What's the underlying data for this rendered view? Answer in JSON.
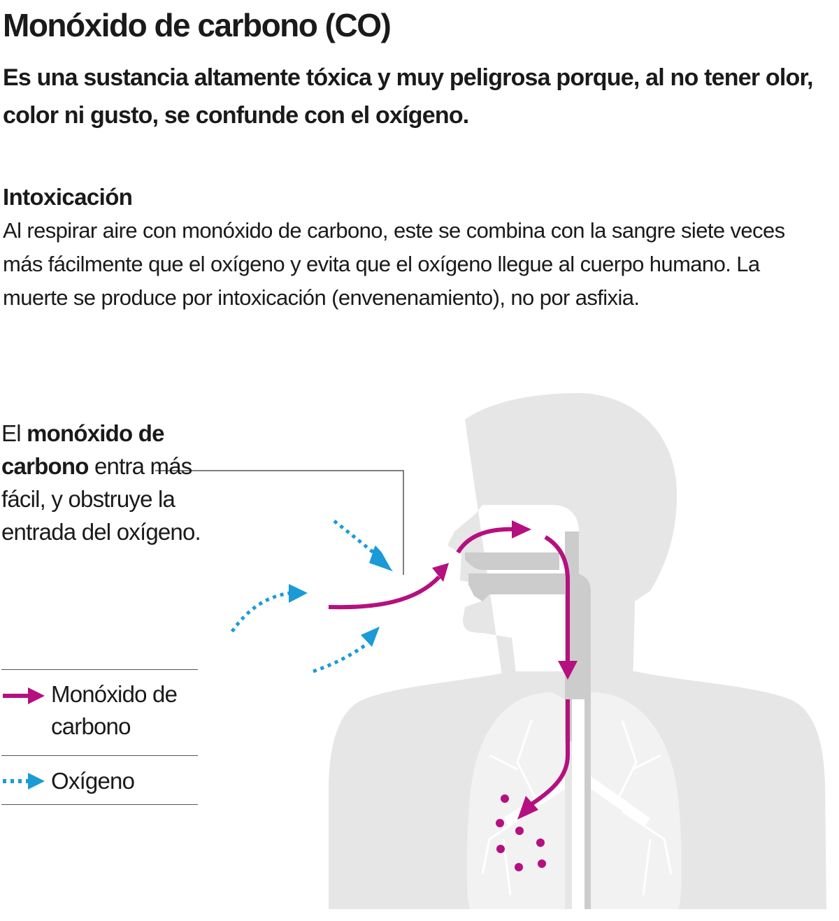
{
  "title": "Monóxido de carbono (CO)",
  "subtitle": "Es una sustancia altamente tóxica y muy peligrosa porque, al no tener olor, color ni gusto, se confunde con el oxígeno.",
  "section": {
    "heading": "Intoxicación",
    "body": "Al respirar aire con monóxido de carbono, este se combina con la sangre siete veces más fácilmente que el oxígeno y evita que el oxígeno llegue al cuerpo humano. La muerte se produce por intoxicación (envenenamiento), no por asfixia."
  },
  "callout": {
    "prefix": "El ",
    "bold": "monóxido de carbono",
    "rest": " entra más fácil, y obstruye la entrada del oxígeno."
  },
  "legend": {
    "items": [
      {
        "label": "Monóxido de carbono",
        "icon": "solid-arrow-icon"
      },
      {
        "label": "Oxígeno",
        "icon": "dotted-arrow-icon"
      }
    ]
  },
  "colors": {
    "carbon_monoxide": "#b5107f",
    "oxygen": "#1a9bd7",
    "body_silhouette": "#e6e6e6",
    "airway": "#cccccc",
    "text": "#1a1a1a"
  }
}
